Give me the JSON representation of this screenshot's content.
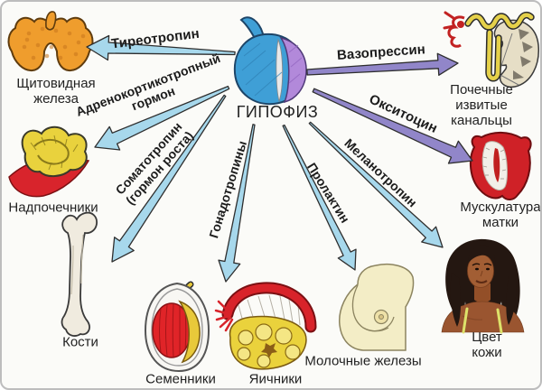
{
  "diagram_title": "ГИПОФИЗ",
  "center_gland": {
    "label": "ГИПОФИЗ"
  },
  "colors": {
    "background": "#fbfbf8",
    "border": "#bdbdbd",
    "text_primary": "#1c1c1c",
    "arrow_tropic": "#a7d8ec",
    "arrow_posterior": "#9186c9",
    "arrow_outline": "#2e2e2e"
  },
  "hormones": [
    {
      "name": "thyrotropin",
      "label": "Тиреотропин",
      "target": "Щитовидная железа",
      "arrow": "tropic"
    },
    {
      "name": "vasopressin",
      "label": "Вазопрессин",
      "target": "Почечные извитые канальцы",
      "arrow": "posterior"
    },
    {
      "name": "acth",
      "label": "Адренокортикотропный\nгормон",
      "target": "Надпочечники",
      "arrow": "tropic"
    },
    {
      "name": "somatotropin",
      "label": "Соматотропин\n(гормон роста)",
      "target": "Кости",
      "arrow": "tropic"
    },
    {
      "name": "gonadotropins",
      "label": "Гонадотропины",
      "target": "Семенники, Яичники",
      "arrow": "tropic"
    },
    {
      "name": "prolactin",
      "label": "Пролактин",
      "target": "Молочные железы",
      "arrow": "tropic"
    },
    {
      "name": "melanotropin",
      "label": "Меланотропин",
      "target": "Цвет кожи",
      "arrow": "tropic"
    },
    {
      "name": "oxytocin",
      "label": "Окситоцин",
      "target": "Мускулатура матки",
      "arrow": "posterior"
    }
  ],
  "organs": [
    {
      "name": "thyroid",
      "label": "Щитовидная\nжелеза"
    },
    {
      "name": "kidney-tubules",
      "label": "Почечные\nизвитые канальцы"
    },
    {
      "name": "adrenals",
      "label": "Надпочечники"
    },
    {
      "name": "uterus",
      "label": "Мускулатура\nматки"
    },
    {
      "name": "bones",
      "label": "Кости"
    },
    {
      "name": "testes",
      "label": "Семенники"
    },
    {
      "name": "ovaries",
      "label": "Яичники"
    },
    {
      "name": "mammary",
      "label": "Молочные железы"
    },
    {
      "name": "skin",
      "label": "Цвет кожи"
    }
  ]
}
